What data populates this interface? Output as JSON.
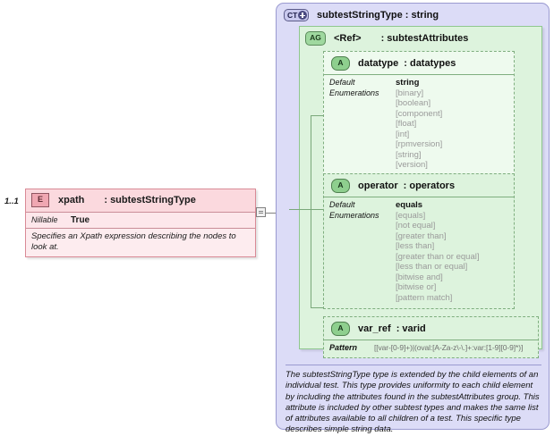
{
  "element": {
    "multiplicity": "1..1",
    "icon": "element-icon",
    "icon_label": "E",
    "name": "xpath",
    "type": ": subtestStringType",
    "facet_label": "Nillable",
    "facet_value": "True",
    "documentation": "Specifies an Xpath expression describing the nodes to look at."
  },
  "complex_type": {
    "icon_label": "CT",
    "title": "subtestStringType : string",
    "documentation": "The subtestStringType type is extended by the child elements of an individual test.  This type provides uniformity to each child element by including the attributes found in the subtestAttributes group.  This attribute is included by other subtest types and makes the same list of attributes available to all children of a test.  This specific type describes simple string data."
  },
  "attribute_group": {
    "icon_label": "AG",
    "ref": "<Ref>",
    "type": ": subtestAttributes"
  },
  "attributes": [
    {
      "icon_label": "A",
      "name": "datatype",
      "type": ": datatypes",
      "facets": [
        {
          "label": "Default"
        },
        {
          "label": "Enumerations"
        }
      ],
      "default": "string",
      "enumerations": [
        "[binary]",
        "[boolean]",
        "[component]",
        "[float]",
        "[int]",
        "[rpmversion]",
        "[string]",
        "[version]"
      ]
    },
    {
      "icon_label": "A",
      "name": "operator",
      "type": ": operators",
      "facets": [
        {
          "label": "Default"
        },
        {
          "label": "Enumerations"
        }
      ],
      "default": "equals",
      "enumerations": [
        "[equals]",
        "[not equal]",
        "[greater than]",
        "[less than]",
        "[greater than or equal]",
        "[less than or equal]",
        "[bitwise and]",
        "[bitwise or]",
        "[pattern match]"
      ]
    },
    {
      "icon_label": "A",
      "name": "var_ref",
      "type": ": varid",
      "pattern_label": "Pattern",
      "pattern_value": "[[var-[0-9]+)|(oval:[A-Za-z\\-\\.]+:var:[1-9][0-9]*)]"
    }
  ],
  "colors": {
    "element_fill": "#fdecef",
    "element_border": "#d98a96",
    "complextype_fill": "#dcdcf7",
    "complextype_border": "#9a9ad0",
    "group_fill": "#ddf3dd",
    "group_border": "#8fc78f",
    "enum_text": "#9a9a9a"
  }
}
